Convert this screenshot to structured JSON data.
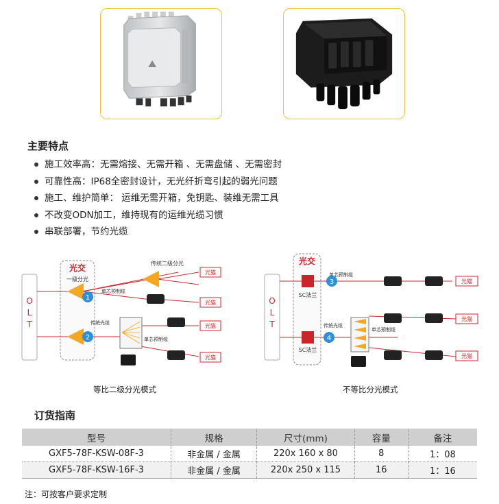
{
  "products": [
    {
      "image": "gray-outdoor-fiber-box-photo"
    },
    {
      "image": "black-fiber-closure-photo"
    }
  ],
  "features": {
    "title": "主要特点",
    "items": [
      "施工效率高：无需熔接、无需开箱 、无需盘储 、无需密封",
      "可靠性高：IP68全密封设计，无光纤折弯引起的弱光问题",
      "施工、维护简单： 运维无需开箱，免钥匙、装维无需工具",
      "不改变ODN加工，维持现有的运维光缆习惯",
      "串联部署，节约光缆"
    ]
  },
  "diagram1": {
    "olt": [
      "O",
      "L",
      "T"
    ],
    "box_label": "光交",
    "first_split": "一级分光",
    "second_split": "传统二级分光",
    "precon": "单芯预制缆",
    "trad_cable": "传统光缆",
    "precon2": "单芯预制缆",
    "modem": "光猫",
    "num1": "1",
    "num2": "2",
    "caption": "等比二级分光模式"
  },
  "diagram2": {
    "olt": [
      "O",
      "L",
      "T"
    ],
    "box_label": "光交",
    "sc_label": "SC法兰",
    "precon": "单芯预制缆",
    "trad_cable": "传统光缆",
    "precon2": "单芯预制缆",
    "modem": "光猫",
    "num3": "3",
    "num4": "4",
    "caption": "不等比分光模式"
  },
  "order": {
    "title": "订货指南",
    "headers": [
      "型号",
      "规格",
      "尺寸(mm)",
      "容量",
      "备注"
    ],
    "rows": [
      [
        "GXF5-78F-KSW-08F-3",
        "非金属 / 金属",
        "220x 160 x 80",
        "8",
        "1：08"
      ],
      [
        "GXF5-78F-KSW-16F-3",
        "非金属 / 金属",
        "220x 250 x 115",
        "16",
        "1：16"
      ]
    ]
  },
  "note": "注：可按客户要求定制",
  "colors": {
    "accent": "#f0c23a",
    "red": "#c9252c",
    "blue": "#2f8fd9",
    "orange": "#f5a623"
  }
}
